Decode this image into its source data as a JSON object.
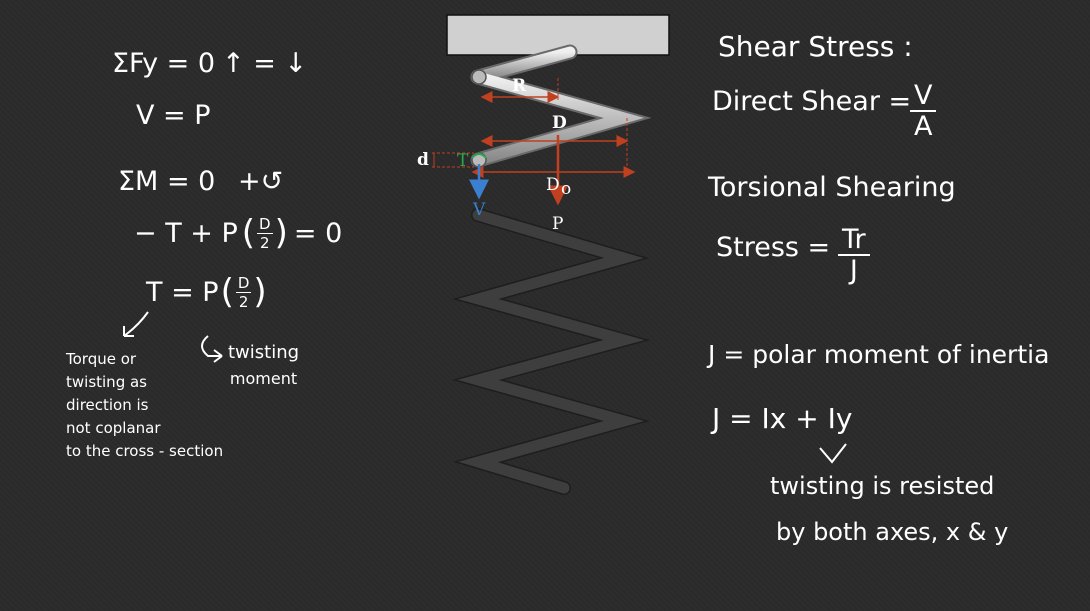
{
  "left_notes": {
    "sum_fy": "ΣFy = 0",
    "up_down": "↑ = ↓",
    "v_eq_p": "V = P",
    "sum_m": "ΣM = 0",
    "ccw": "+↺",
    "moment_eq_pre": "− T + P",
    "moment_eq_post": "= 0",
    "d_over_2_num": "D",
    "d_over_2_den": "2",
    "t_eq_pre": "T = P",
    "torque_note": [
      "Torque or",
      "twisting as",
      "direction is",
      "not coplanar",
      "to the cross - section"
    ],
    "twisting_moment": [
      "twisting",
      "moment"
    ]
  },
  "diagram": {
    "labels": {
      "R": "R",
      "D": "D",
      "d": "d",
      "T": "T",
      "Do": "D",
      "Do_sub": "o",
      "V": "V",
      "P": "P"
    },
    "colors": {
      "dimension": "#c0401f",
      "force_v": "#3a7fd0",
      "torque": "#27a84a",
      "plate": "#d0d0d0",
      "coil_front": "#c8c8c8",
      "coil_back": "#3c3c3c"
    }
  },
  "right_notes": {
    "shear_title": "Shear Stress :",
    "direct_shear": "Direct Shear =",
    "direct_num": "V",
    "direct_den": "A",
    "torsional_line1": "Torsional Shearing",
    "torsional_line2": "Stress =",
    "torsional_num": "Tr",
    "torsional_den": "J",
    "j_def": "J = polar moment of inertia",
    "j_eq": "J = Ix + Iy",
    "resist_line1": "twisting is resisted",
    "resist_line2": "by both axes, x & y"
  }
}
